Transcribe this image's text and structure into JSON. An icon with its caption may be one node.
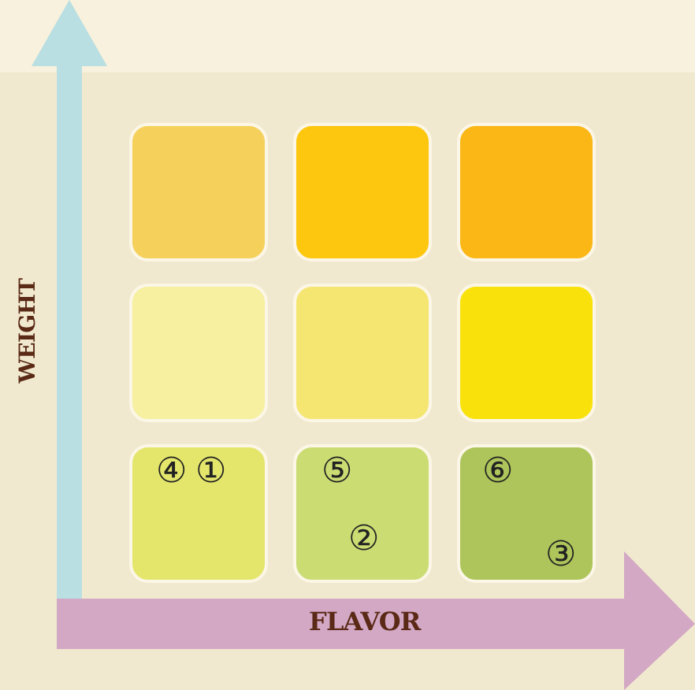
{
  "diagram": {
    "nodes": [
      {
        "text": [],
        "shape": "box"
      },
      {
        "text": [],
        "shape": "box"
      },
      {
        "text": [],
        "shape": "box"
      },
      {
        "text": [],
        "shape": "box"
      },
      {
        "text": [],
        "shape": "box"
      },
      {
        "text": [],
        "shape": "box"
      },
      {
        "text": [
          "④",
          "①"
        ]
      },
      {
        "text": [
          "⑤",
          "②"
        ]
      },
      {
        "text": [
          "⑥",
          "③"
        ]
      }
    ],
    "labels": [
      "WEIGHT",
      "FLAVOR"
    ]
  }
}
